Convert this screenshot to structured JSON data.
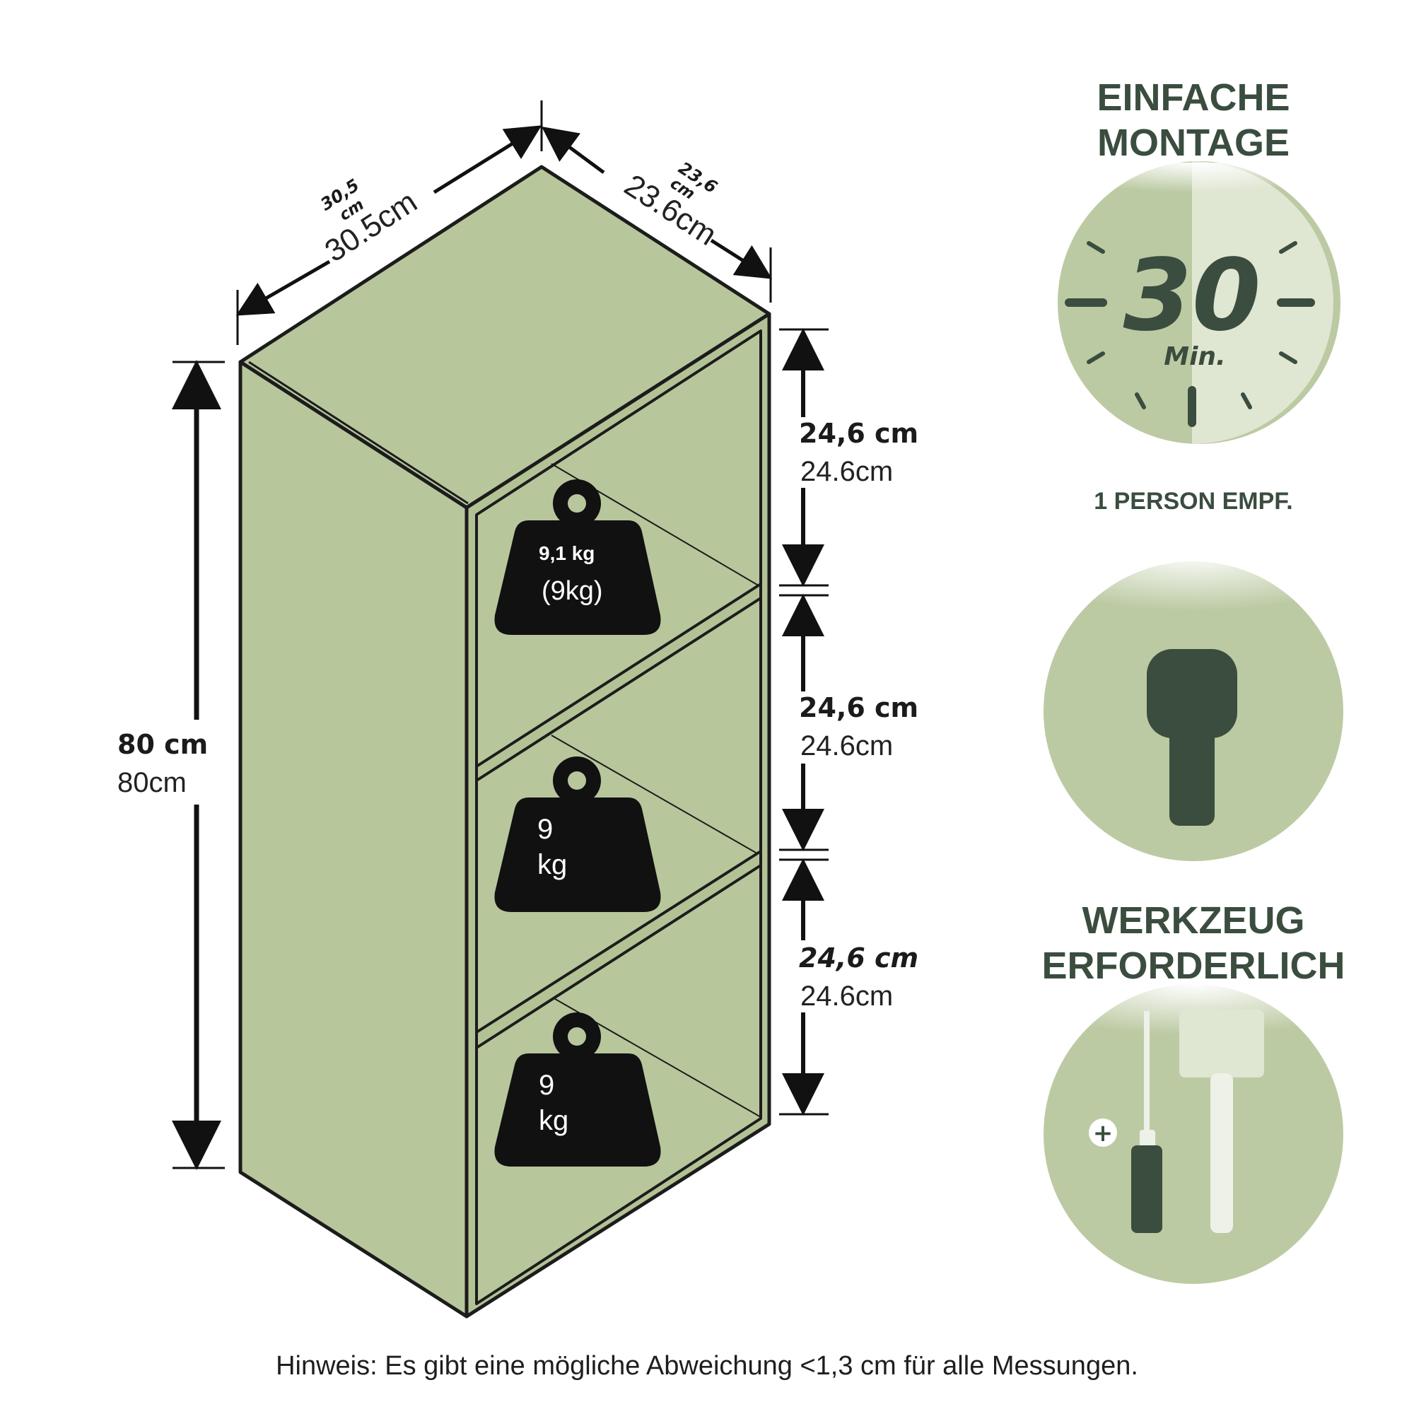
{
  "colors": {
    "cabinet": "#b8c69c",
    "cabinet_dark": "#a9b98b",
    "outline": "#1c1c1c",
    "accent_dark": "#3a4d3f",
    "circle_fill": "#bccaa3",
    "circle_light": "#dfe6d2",
    "weight_fill": "#111111"
  },
  "dimensions": {
    "width_small": "30,5",
    "width_small_unit": "cm",
    "width": "30.5cm",
    "depth_small": "23,6",
    "depth_small_unit": "cm",
    "depth": "23.6cm",
    "height_bold": "80 cm",
    "height": "80cm",
    "compartments": [
      {
        "bold": "24,6 cm",
        "thin": "24.6cm"
      },
      {
        "bold": "24,6 cm",
        "thin": "24.6cm"
      },
      {
        "bold": "24,6 cm",
        "thin": "24.6cm"
      }
    ]
  },
  "weights": [
    {
      "line1": "9,1 kg",
      "line2": "(9kg)"
    },
    {
      "line1": "9",
      "line2": "kg"
    },
    {
      "line1": "9",
      "line2": "kg"
    }
  ],
  "assembly": {
    "title_line1": "EINFACHE",
    "title_line2": "MONTAGE",
    "timer_value": "30",
    "timer_unit": "Min.",
    "persons": "1 PERSON EMPF.",
    "icons": [
      "stopwatch-icon",
      "person-icon",
      "screwdriver-icon",
      "hammer-icon"
    ]
  },
  "tools": {
    "title_line1": "WERKZEUG",
    "title_line2": "ERFORDERLICH",
    "plus_symbol": "+"
  },
  "note": "Hinweis: Es gibt eine mögliche Abweichung <1,3 cm für alle Messungen."
}
